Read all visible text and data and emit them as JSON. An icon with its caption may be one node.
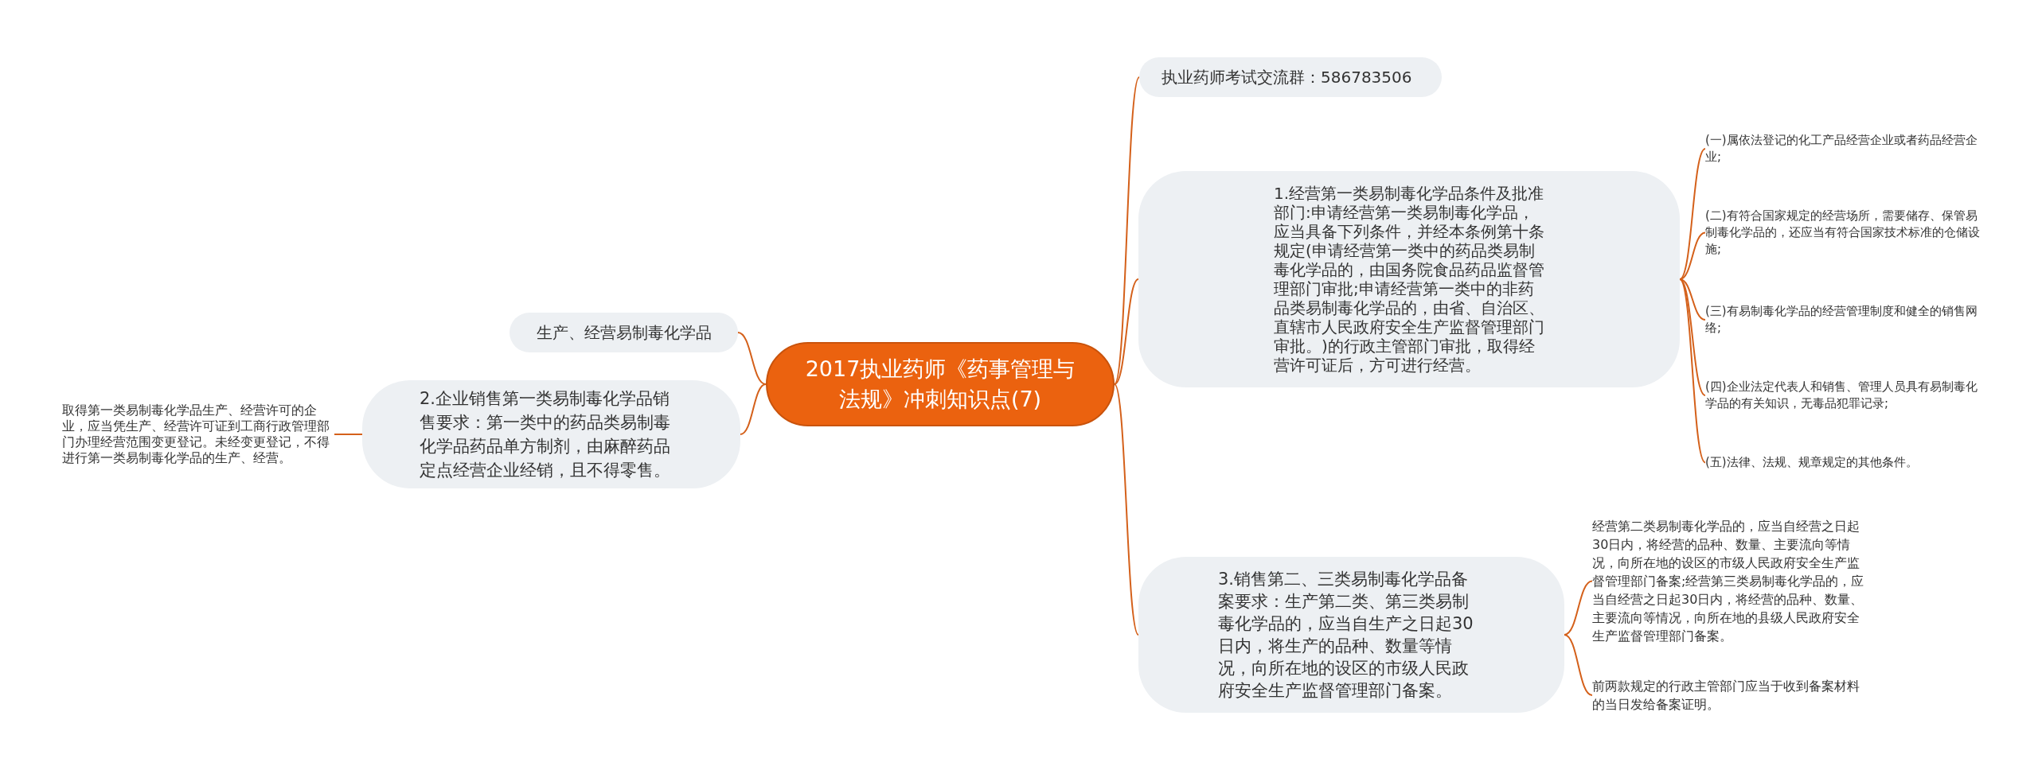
{
  "diagram": {
    "nodes": [
      {
        "text": [
          "2017执业药师《药事管理与法规》冲刺知识点(7)"
        ]
      },
      {
        "text": [
          "执业药师考试交流群：586783506"
        ]
      },
      {
        "text": [
          "1.经营第一类易制毒化学品条件及批准部门:申请经营第一类易制毒化学品，应当具备下列条件，并经本条例第十条规定(申请经营第一类中的药品类易制毒化学品的，由国务院食品药品监督管理部门审批;申请经营第一类中的非药品类易制毒化学品的，由省、自治区、直辖市人民政府安全生产监督管理部门审批。)的行政主管部门审批，取得经营许可证后，方可进行经营。"
        ]
      },
      {
        "text": [
          "(一)属依法登记的化工产品经营企业或者药品经营企业;"
        ]
      },
      {
        "text": [
          "(二)有符合国家规定的经营场所，需要储存、保管易制毒化学品的，还应当有符合国家技术标准的仓储设施;"
        ]
      },
      {
        "text": [
          "(三)有易制毒化学品的经营管理制度和健全的销售网络;"
        ]
      },
      {
        "text": [
          "(四)企业法定代表人和销售、管理人员具有易制毒化学品的有关知识，无毒品犯罪记录;"
        ]
      },
      {
        "text": [
          "(五)法律、法规、规章规定的其他条件。"
        ]
      },
      {
        "text": [
          "3.销售第二、三类易制毒化学品备案要求：生产第二类、第三类易制毒化学品的，应当自生产之日起30日内，将生产的品种、数量等情况，向所在地的设区的市级人民政府安全生产监督管理部门备案。"
        ]
      },
      {
        "text": [
          "经营第二类易制毒化学品的，应当自经营之日起30日内，将经营的品种、数量、主要流向等情况，向所在地的设区的市级人民政府安全生产监督管理部门备案;经营第三类易制毒化学品的，应当自经营之日起30日内，将经营的品种、数量、主要流向等情况，向所在地的县级人民政府安全生产监督管理部门备案。"
        ]
      },
      {
        "text": [
          "前两款规定的行政主管部门应当于收到备案材料的当日发给备案证明。"
        ]
      },
      {
        "text": [
          "生产、经营易制毒化学品"
        ]
      },
      {
        "text": [
          "2.企业销售第一类易制毒化学品销售要求：第一类中的药品类易制毒化学品药品单方制剂，由麻醉药品定点经营企业经销，且不得零售。"
        ]
      },
      {
        "text": [
          "取得第一类易制毒化学品生产、经营许可的企业，应当凭生产、经营许可证到工商行政管理部门办理经营范围变更登记。未经变更登记，不得进行第一类易制毒化学品的生产、经营。"
        ]
      }
    ],
    "edges": [
      {
        "from": 0,
        "to": 1,
        "arrow": "none"
      },
      {
        "from": 0,
        "to": 2,
        "arrow": "none"
      },
      {
        "from": 2,
        "to": 3,
        "arrow": "none"
      },
      {
        "from": 2,
        "to": 4,
        "arrow": "none"
      },
      {
        "from": 2,
        "to": 5,
        "arrow": "none"
      },
      {
        "from": 2,
        "to": 6,
        "arrow": "none"
      },
      {
        "from": 2,
        "to": 7,
        "arrow": "none"
      },
      {
        "from": 0,
        "to": 8,
        "arrow": "none"
      },
      {
        "from": 8,
        "to": 9,
        "arrow": "none"
      },
      {
        "from": 8,
        "to": 10,
        "arrow": "none"
      },
      {
        "from": 0,
        "to": 11,
        "arrow": "none"
      },
      {
        "from": 0,
        "to": 12,
        "arrow": "none"
      },
      {
        "from": 12,
        "to": 13,
        "arrow": "none"
      }
    ]
  }
}
